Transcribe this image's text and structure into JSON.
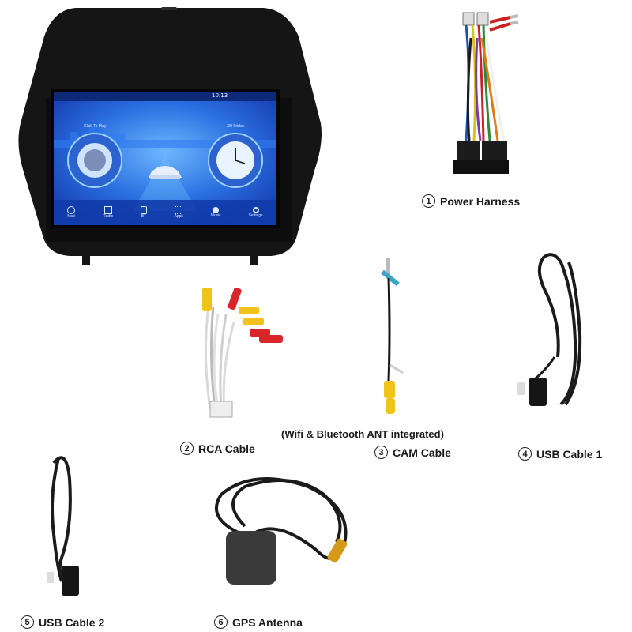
{
  "head_unit": {
    "status_time": "10:13",
    "music_widget_title": "Click To Play",
    "clock_widget_date": "3/9 Friday",
    "dock": [
      {
        "label": "Navi",
        "icon": "navigation-icon"
      },
      {
        "label": "Radio",
        "icon": "radio-icon"
      },
      {
        "label": "BT",
        "icon": "bluetooth-icon"
      },
      {
        "label": "Apps",
        "icon": "apps-icon"
      },
      {
        "label": "Music",
        "icon": "music-icon"
      },
      {
        "label": "Settings",
        "icon": "settings-icon"
      }
    ]
  },
  "items": [
    {
      "num": "1",
      "label": "Power Harness"
    },
    {
      "num": "2",
      "label": "RCA Cable"
    },
    {
      "num": "3",
      "label": "CAM Cable"
    },
    {
      "num": "4",
      "label": "USB Cable 1"
    },
    {
      "num": "5",
      "label": "USB Cable 2"
    },
    {
      "num": "6",
      "label": "GPS Antenna"
    }
  ],
  "cam_note": "(Wifi & Bluetooth ANT integrated)",
  "colors": {
    "screen_bg": "#1f5fd6",
    "bezel": "#141414",
    "rca_red": "#d9262a",
    "rca_yellow": "#f1c21a",
    "cable": "#1b1b1b"
  }
}
